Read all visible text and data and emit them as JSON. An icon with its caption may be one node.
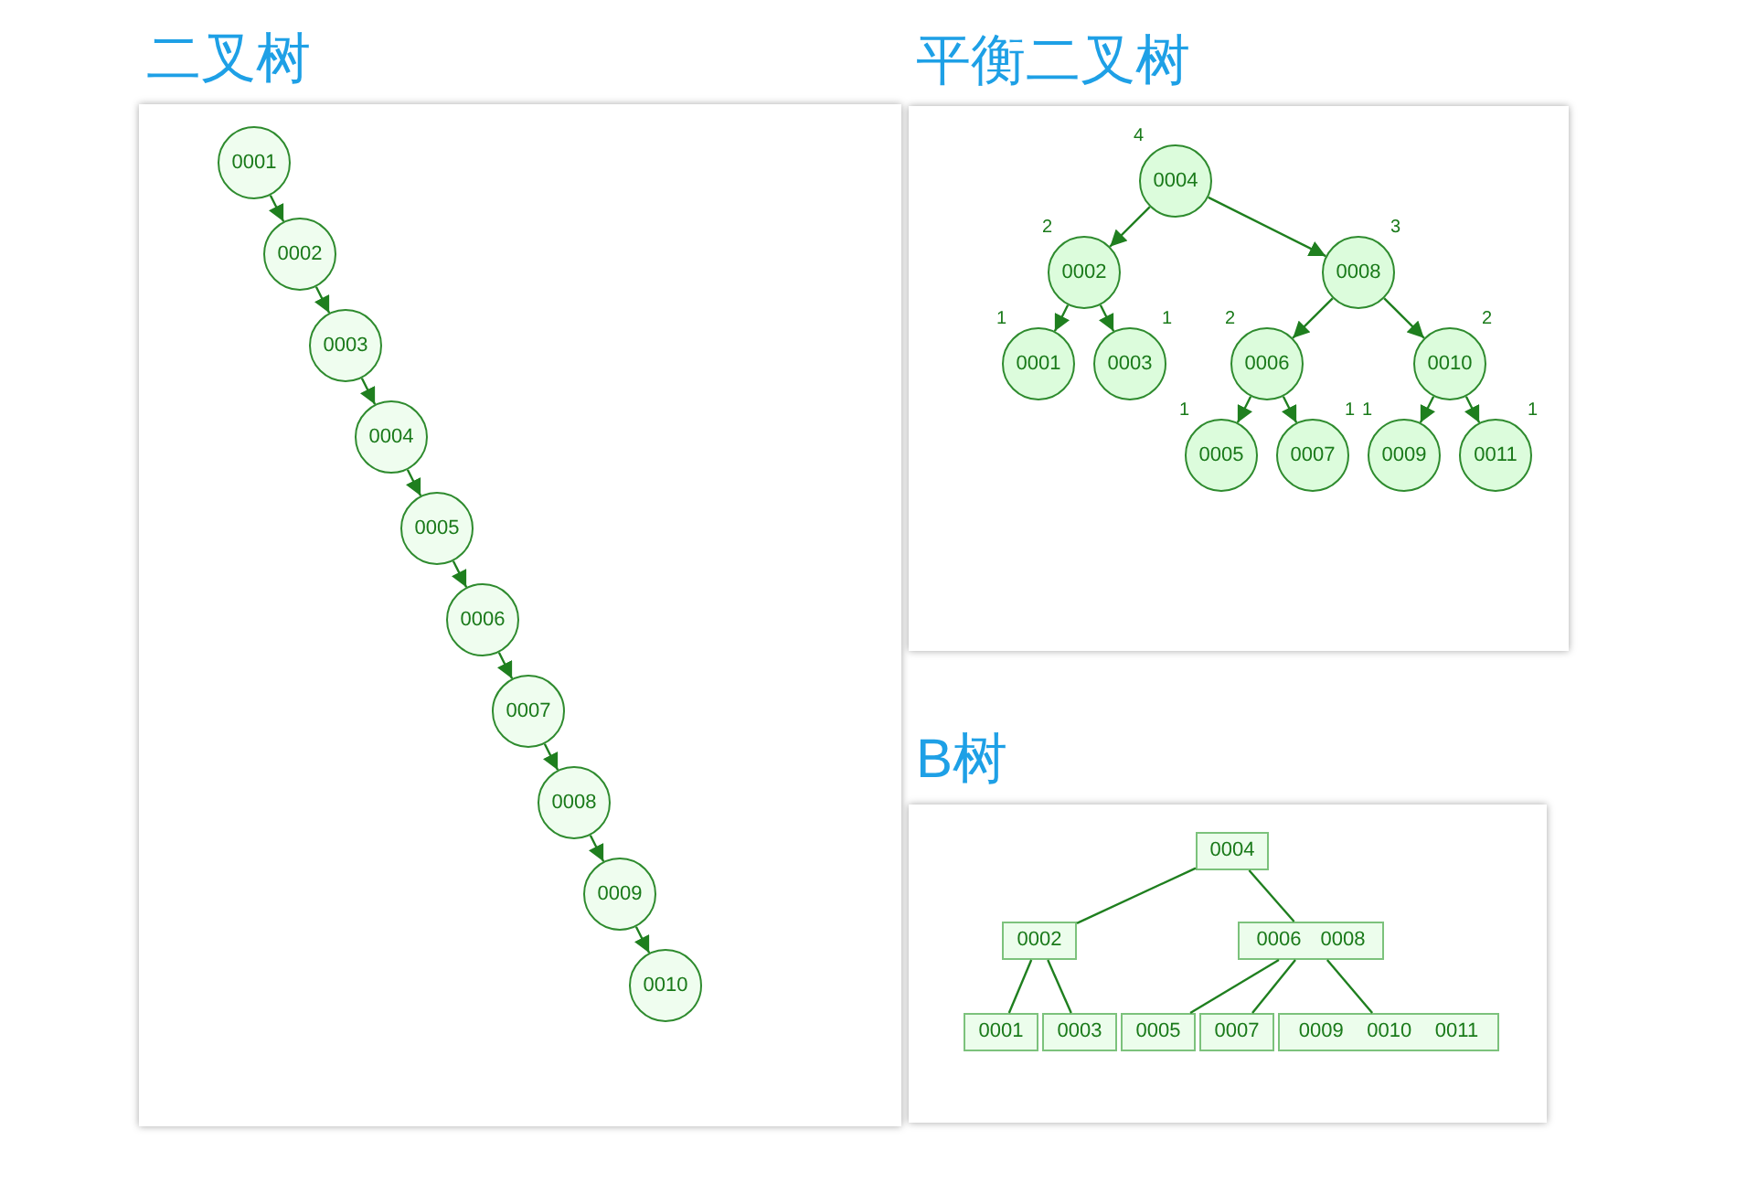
{
  "diagram": {
    "nodes": [
      {
        "text": [
          "二叉树"
        ]
      },
      {
        "text": [
          "0001"
        ],
        "in": 0
      },
      {
        "text": [
          "0002"
        ],
        "in": 0
      },
      {
        "text": [
          "0003"
        ],
        "in": 0
      },
      {
        "text": [
          "0004"
        ],
        "in": 0
      },
      {
        "text": [
          "0005"
        ],
        "in": 0
      },
      {
        "text": [
          "0006"
        ],
        "in": 0
      },
      {
        "text": [
          "0007"
        ],
        "in": 0
      },
      {
        "text": [
          "0008"
        ],
        "in": 0
      },
      {
        "text": [
          "0009"
        ],
        "in": 0
      },
      {
        "text": [
          "0010"
        ],
        "in": 0
      },
      {
        "text": [
          "平衡二叉树"
        ]
      },
      {
        "text": [
          "0004"
        ],
        "in": 11,
        "beside": [
          "4"
        ]
      },
      {
        "text": [
          "0002"
        ],
        "in": 11,
        "beside": [
          "2"
        ]
      },
      {
        "text": [
          "0008"
        ],
        "in": 11,
        "beside": [
          "3"
        ]
      },
      {
        "text": [
          "0001"
        ],
        "in": 11,
        "beside": [
          "1"
        ]
      },
      {
        "text": [
          "0003"
        ],
        "in": 11,
        "beside": [
          "1"
        ]
      },
      {
        "text": [
          "0006"
        ],
        "in": 11,
        "beside": [
          "2"
        ]
      },
      {
        "text": [
          "0010"
        ],
        "in": 11,
        "beside": [
          "2"
        ]
      },
      {
        "text": [
          "0005"
        ],
        "in": 11,
        "beside": [
          "1"
        ]
      },
      {
        "text": [
          "0007"
        ],
        "in": 11,
        "beside": [
          "1"
        ]
      },
      {
        "text": [
          "0009"
        ],
        "in": 11,
        "beside": [
          "1"
        ]
      },
      {
        "text": [
          "0011"
        ],
        "in": 11,
        "beside": [
          "1"
        ]
      },
      {
        "text": [
          "B树"
        ]
      },
      {
        "text": [
          "0004"
        ],
        "in": 23
      },
      {
        "text": [
          "0002"
        ],
        "in": 23
      },
      {
        "text": [
          "0006",
          "0008"
        ],
        "in": 23
      },
      {
        "text": [
          "0001"
        ],
        "in": 23
      },
      {
        "text": [
          "0003"
        ],
        "in": 23
      },
      {
        "text": [
          "0005"
        ],
        "in": 23
      },
      {
        "text": [
          "0007"
        ],
        "in": 23
      },
      {
        "text": [
          "0009",
          "0010",
          "0011"
        ],
        "in": 23
      }
    ],
    "edges": [
      {
        "from": 1,
        "to": 2,
        "arrow": "to"
      },
      {
        "from": 2,
        "to": 3,
        "arrow": "to"
      },
      {
        "from": 3,
        "to": 4,
        "arrow": "to"
      },
      {
        "from": 4,
        "to": 5,
        "arrow": "to"
      },
      {
        "from": 5,
        "to": 6,
        "arrow": "to"
      },
      {
        "from": 6,
        "to": 7,
        "arrow": "to"
      },
      {
        "from": 7,
        "to": 8,
        "arrow": "to"
      },
      {
        "from": 8,
        "to": 9,
        "arrow": "to"
      },
      {
        "from": 9,
        "to": 10,
        "arrow": "to"
      },
      {
        "from": 12,
        "to": 13,
        "arrow": "to"
      },
      {
        "from": 12,
        "to": 14,
        "arrow": "to"
      },
      {
        "from": 13,
        "to": 15,
        "arrow": "to"
      },
      {
        "from": 13,
        "to": 16,
        "arrow": "to"
      },
      {
        "from": 14,
        "to": 17,
        "arrow": "to"
      },
      {
        "from": 14,
        "to": 18,
        "arrow": "to"
      },
      {
        "from": 17,
        "to": 19,
        "arrow": "to"
      },
      {
        "from": 17,
        "to": 20,
        "arrow": "to"
      },
      {
        "from": 18,
        "to": 21,
        "arrow": "to"
      },
      {
        "from": 18,
        "to": 22,
        "arrow": "to"
      },
      {
        "from": 24,
        "to": 25,
        "arrow": "none"
      },
      {
        "from": 24,
        "to": 26,
        "arrow": "none"
      },
      {
        "from": 25,
        "to": 27,
        "arrow": "none"
      },
      {
        "from": 25,
        "to": 28,
        "arrow": "none"
      },
      {
        "from": 26,
        "to": 29,
        "arrow": "none"
      },
      {
        "from": 26,
        "to": 30,
        "arrow": "none"
      },
      {
        "from": 26,
        "to": 31,
        "arrow": "none"
      }
    ]
  }
}
